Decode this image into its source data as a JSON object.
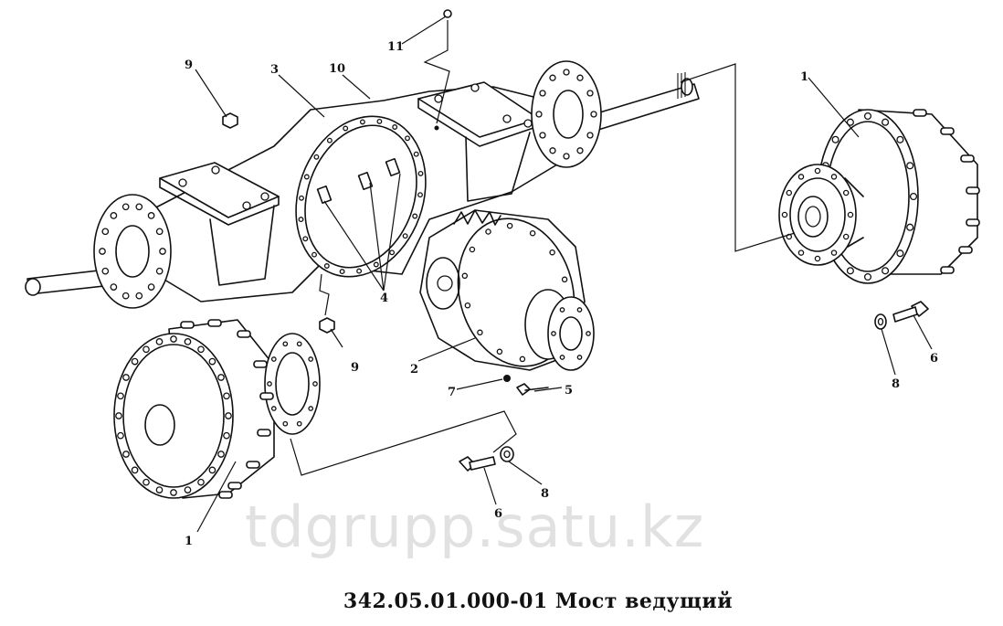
{
  "caption": "342.05.01.000-01  Мост  ведущий",
  "watermark": "tdgrupp.satu.kz",
  "callouts": {
    "c1a": "1",
    "c1b": "1",
    "c2": "2",
    "c3": "3",
    "c4": "4",
    "c5": "5",
    "c6a": "6",
    "c6b": "6",
    "c7": "7",
    "c8a": "8",
    "c8b": "8",
    "c9a": "9",
    "c9b": "9",
    "c10": "10",
    "c11": "11"
  }
}
